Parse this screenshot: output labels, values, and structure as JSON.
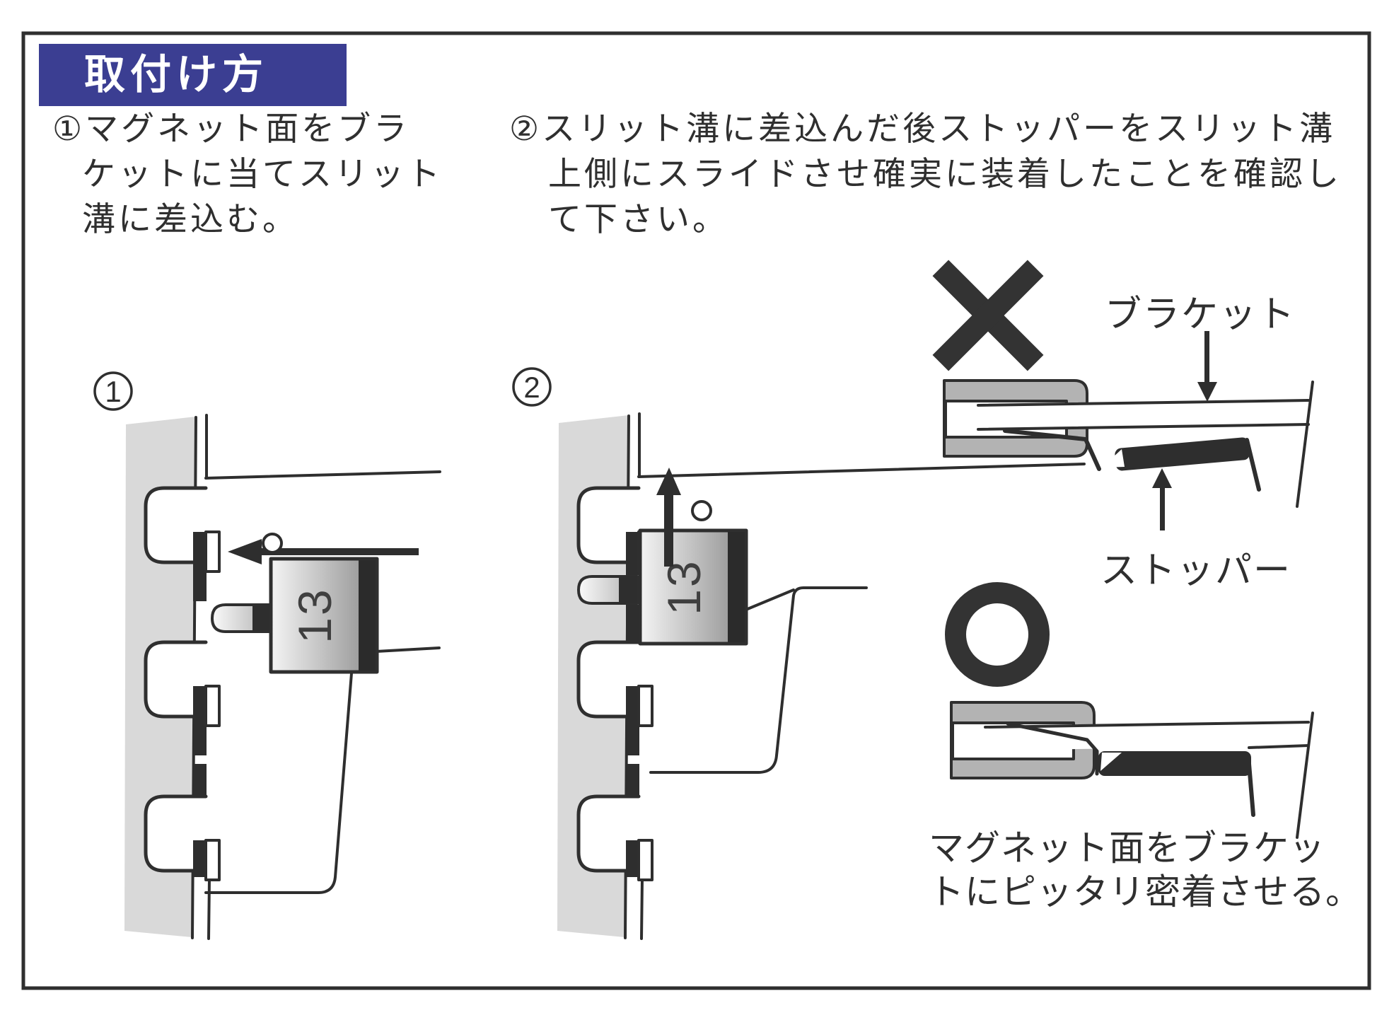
{
  "header": {
    "title": "取付け方",
    "bg_color": "#3b3e92",
    "text_color": "#ffffff"
  },
  "steps": [
    {
      "number": "①",
      "lines": [
        "①マグネット面をブラ",
        "ケットに当てスリット",
        "溝に差込む。"
      ]
    },
    {
      "number": "②",
      "lines": [
        "②スリット溝に差込んだ後ストッパーをスリット溝",
        "上側にスライドさせ確実に装着したことを確認し",
        "て下さい。"
      ]
    }
  ],
  "figures": {
    "fig1": {
      "number": "1",
      "block_label": "13"
    },
    "fig2": {
      "number": "2",
      "block_label": "13"
    }
  },
  "annotations": {
    "bracket": "ブラケット",
    "stopper": "ストッパー"
  },
  "marks": {
    "wrong": "×",
    "correct": "○"
  },
  "caption": {
    "lines": [
      "マグネット面をブラケッ",
      "トにピッタリ密着させる。"
    ]
  },
  "colors": {
    "accent_blue": "#3b3e92",
    "line_dark": "#2e2e2e",
    "panel_gray": "#d9d9d9",
    "bracket_gray": "#b3b3b3"
  }
}
